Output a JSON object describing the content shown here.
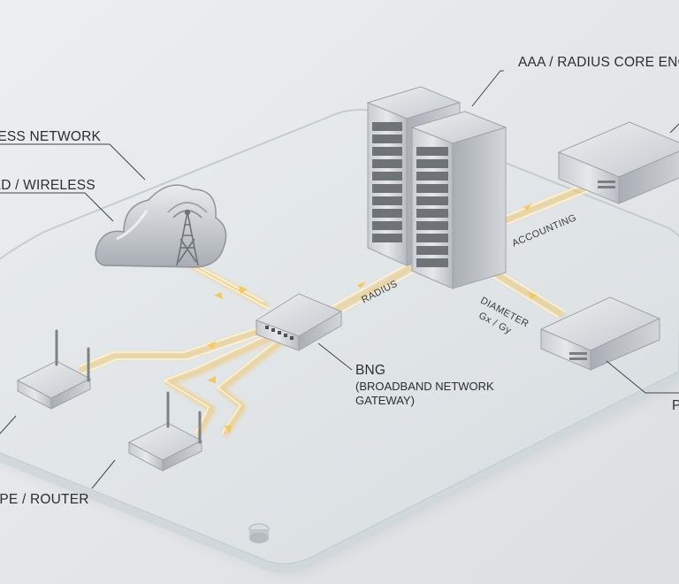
{
  "labels": {
    "aaa_core": "AAA / RADIUS CORE ENGINE",
    "access_network": "ACCESS NETWORK",
    "wireless": "FIXED / WIRELESS",
    "cpe_router": "CPE / ROUTER",
    "bng_title": "BNG",
    "bng_line1": "(BROADBAND NETWORK",
    "bng_line2": "GATEWAY)",
    "right_bottom_fragment": "P"
  },
  "links": {
    "radius": "RADIUS",
    "accounting": "ACCOUNTING",
    "diameter": "DIAMETER",
    "gx_gy": "Gx / Gy"
  },
  "colors": {
    "background": "#e4e6e9",
    "glass_edge": "#c9d2d6",
    "link_glow": "#f6c85a",
    "metal": "#b7bcc2",
    "text": "#2b2e33"
  },
  "icons": [
    "cloud-icon",
    "cell-tower-icon",
    "server-rack-icon",
    "network-switch-icon",
    "router-icon"
  ]
}
